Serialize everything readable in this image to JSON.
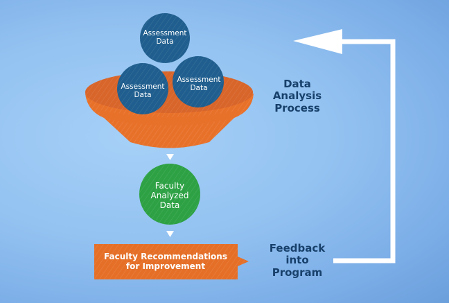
{
  "diagram": {
    "title": "Data Analysis Process",
    "inputs": [
      {
        "id": "top",
        "label_line1": "Assessment",
        "label_line2": "Data"
      },
      {
        "id": "left",
        "label_line1": "Assessment",
        "label_line2": "Data"
      },
      {
        "id": "right",
        "label_line1": "Assessment",
        "label_line2": "Data"
      }
    ],
    "process_label": {
      "line1": "Data",
      "line2": "Analysis",
      "line3": "Process"
    },
    "analyzed": {
      "line1": "Faculty",
      "line2": "Analyzed",
      "line3": "Data"
    },
    "recommendations": {
      "line1": "Faculty Recommendations",
      "line2": "for Improvement"
    },
    "feedback_label": {
      "line1": "Feedback",
      "line2": "into",
      "line3": "Program"
    },
    "colors": {
      "ball": "#1f5e8e",
      "bowl": "#e8712a",
      "bowl_dark": "#d0611f",
      "green": "#2da144",
      "box": "#e56f27",
      "text_dark": "#17406b",
      "arrow": "#ffffff"
    }
  }
}
